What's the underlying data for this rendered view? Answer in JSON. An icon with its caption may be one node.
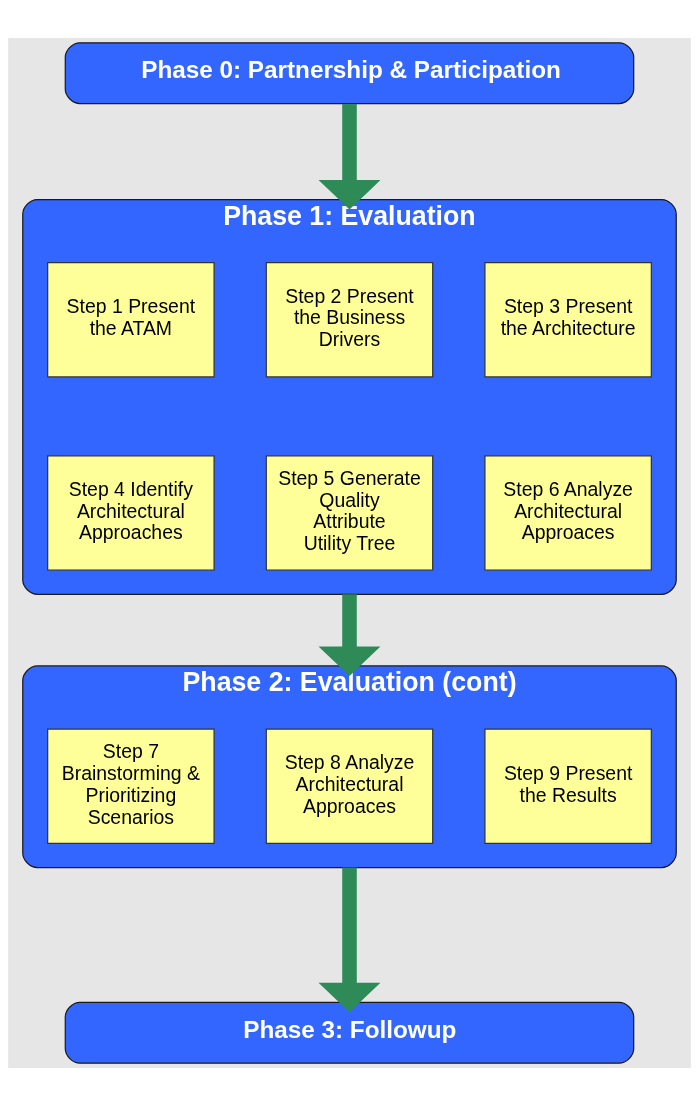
{
  "diagram": {
    "nodes": [
      {
        "text": [
          "Phase 0: Partnership & Participation"
        ]
      },
      {
        "text": [
          "Phase 1: Evaluation"
        ]
      },
      {
        "text": [
          "Step 1 Present the ATAM"
        ],
        "in": 1
      },
      {
        "text": [
          "Step 2 Present  the Business Drivers"
        ],
        "in": 1
      },
      {
        "text": [
          "Step 3 Present the Architecture"
        ],
        "in": 1
      },
      {
        "text": [
          "Step 4 Identify Architectural Approaches"
        ],
        "in": 1
      },
      {
        "text": [
          "Step 5 Generate Quality Attribute Utility Tree"
        ],
        "in": 1
      },
      {
        "text": [
          "Step 6 Analyze Architectural Approaces"
        ],
        "in": 1
      },
      {
        "text": [
          "Phase 2: Evaluation (cont)"
        ]
      },
      {
        "text": [
          "Step 7 Brainstorming & Prioritizing Scenarios"
        ],
        "in": 8
      },
      {
        "text": [
          "Step 8 Analyze Architectural Approaces"
        ],
        "in": 8
      },
      {
        "text": [
          "Step 9 Present the Results"
        ],
        "in": 8
      },
      {
        "text": [
          "Phase 3: Followup"
        ]
      }
    ],
    "edges": [
      {
        "from": 0,
        "to": 1,
        "arrow": "to"
      },
      {
        "from": 1,
        "to": 8,
        "arrow": "to"
      },
      {
        "from": 8,
        "to": 12,
        "arrow": "to"
      }
    ]
  }
}
